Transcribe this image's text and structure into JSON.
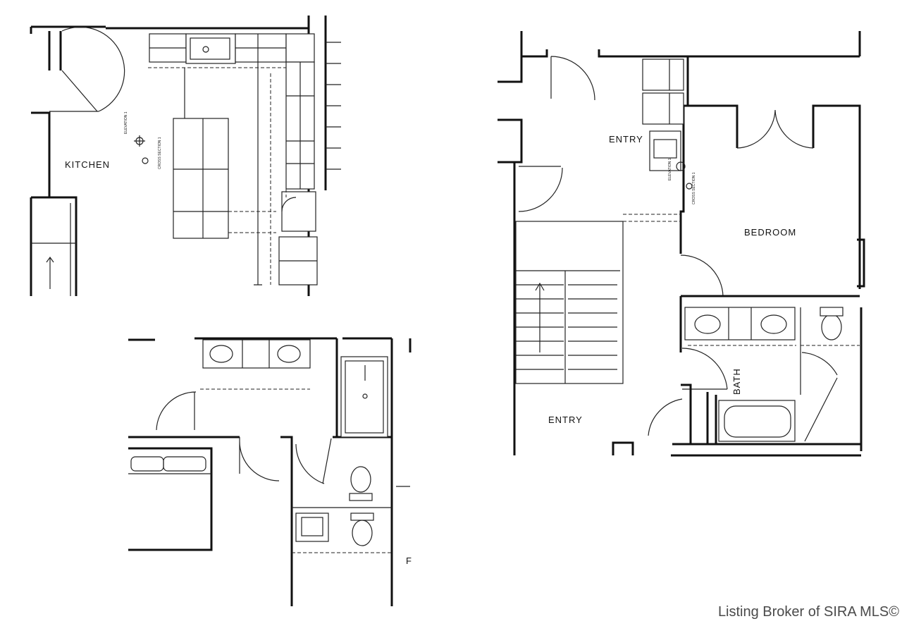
{
  "rooms": {
    "kitchen": "KITCHEN",
    "entry_upper": "ENTRY",
    "bedroom": "BEDROOM",
    "bath": "BATH",
    "entry_lower": "ENTRY",
    "partial_edge": "F"
  },
  "watermark": "Listing Broker of SIRA MLS©",
  "colors": {
    "line": "#111111",
    "background": "#ffffff",
    "watermark": "#4a4a4a"
  }
}
